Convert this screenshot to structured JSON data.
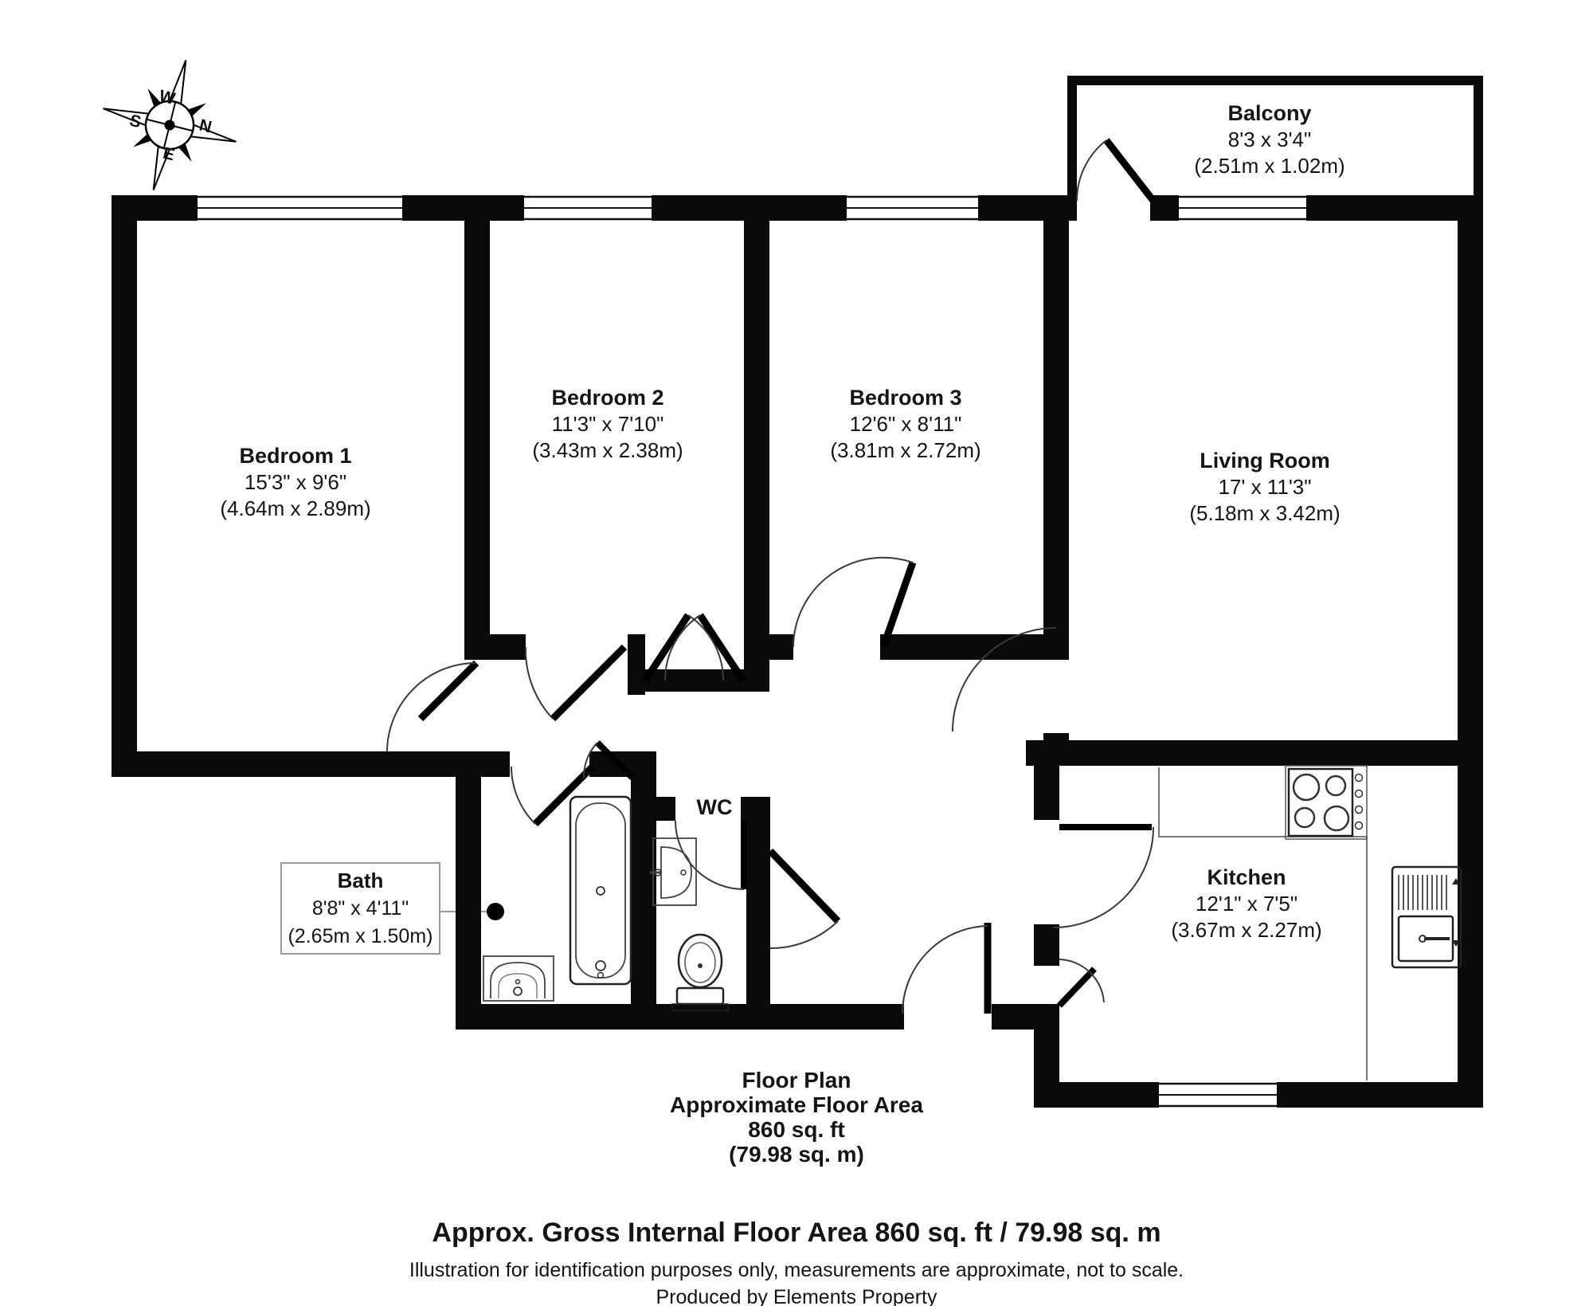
{
  "compass": {
    "n": "N",
    "s": "S",
    "e": "E",
    "w": "W"
  },
  "rooms": {
    "balcony": {
      "name": "Balcony",
      "imperial": "8'3 x 3'4\"",
      "metric": "(2.51m x 1.02m)"
    },
    "bedroom1": {
      "name": "Bedroom 1",
      "imperial": "15'3\" x 9'6\"",
      "metric": "(4.64m x 2.89m)"
    },
    "bedroom2": {
      "name": "Bedroom 2",
      "imperial": "11'3\" x 7'10\"",
      "metric": "(3.43m x 2.38m)"
    },
    "bedroom3": {
      "name": "Bedroom 3",
      "imperial": "12'6\" x 8'11\"",
      "metric": "(3.81m x 2.72m)"
    },
    "living_room": {
      "name": "Living Room",
      "imperial": "17' x 11'3\"",
      "metric": "(5.18m x 3.42m)"
    },
    "kitchen": {
      "name": "Kitchen",
      "imperial": "12'1\" x 7'5\"",
      "metric": "(3.67m x 2.27m)"
    },
    "bath": {
      "name": "Bath",
      "imperial": "8'8\" x 4'11\"",
      "metric": "(2.65m x 1.50m)"
    },
    "wc": {
      "name": "WC"
    }
  },
  "summary": {
    "line1": "Floor Plan",
    "line2": "Approximate Floor Area",
    "line3": "860 sq. ft",
    "line4": "(79.98 sq. m)"
  },
  "footer": {
    "title": "Approx. Gross Internal Floor Area 860 sq. ft / 79.98 sq. m",
    "disclaimer": "Illustration for identification purposes only, measurements are approximate, not to scale.",
    "credit": "Produced by Elements Property"
  },
  "colors": {
    "wall": "#0a0a0a",
    "arc": "#3a3a3a",
    "fixture": "#333333"
  }
}
